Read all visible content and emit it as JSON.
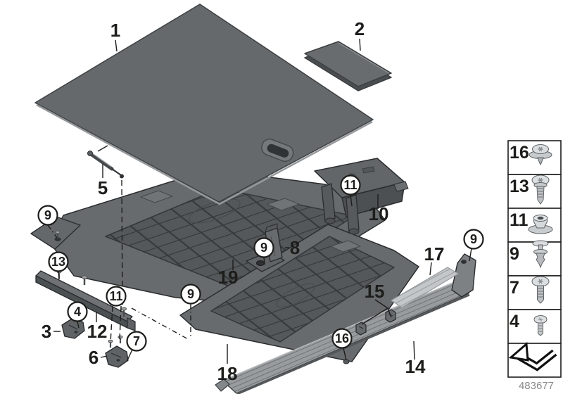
{
  "diagram": {
    "doc_number": "483677",
    "callouts": [
      {
        "ref": "1"
      },
      {
        "ref": "2"
      },
      {
        "ref": "5"
      },
      {
        "ref": "9"
      },
      {
        "ref": "13"
      },
      {
        "ref": "4"
      },
      {
        "ref": "3"
      },
      {
        "ref": "12"
      },
      {
        "ref": "11"
      },
      {
        "ref": "6"
      },
      {
        "ref": "7"
      },
      {
        "ref": "9"
      },
      {
        "ref": "19"
      },
      {
        "ref": "9"
      },
      {
        "ref": "8"
      },
      {
        "ref": "11"
      },
      {
        "ref": "10"
      },
      {
        "ref": "15"
      },
      {
        "ref": "16"
      },
      {
        "ref": "18"
      },
      {
        "ref": "17"
      },
      {
        "ref": "9"
      },
      {
        "ref": "14"
      }
    ],
    "legend": {
      "items": [
        {
          "label": "16",
          "icon": "flange-head-screw-icon"
        },
        {
          "label": "13",
          "icon": "torx-screw-icon"
        },
        {
          "label": "11",
          "icon": "flange-nut-icon"
        },
        {
          "label": "9",
          "icon": "expansion-rivet-icon"
        },
        {
          "label": "7",
          "icon": "machine-screw-icon"
        },
        {
          "label": "4",
          "icon": "small-screw-icon"
        }
      ],
      "footer_icon": "cross-reference-arrow-icon"
    },
    "colors": {
      "panel_gray": "#66696b",
      "tray_gray": "#5e6264",
      "line_black": "#1d1d1b",
      "doc_number_gray": "#8a8a8a",
      "background": "#ffffff"
    }
  }
}
